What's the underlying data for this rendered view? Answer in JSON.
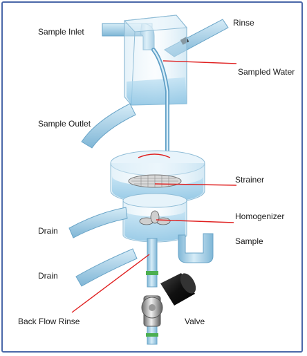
{
  "labels": {
    "sample_inlet": "Sample Inlet",
    "rinse": "Rinse",
    "sampled_water": "Sampled Water",
    "sample_outlet": "Sample Outlet",
    "strainer": "Strainer",
    "homogenizer": "Homogenizer",
    "drain_upper": "Drain",
    "sample": "Sample",
    "drain_lower": "Drain",
    "back_flow_rinse": "Back Flow Rinse",
    "valve": "Valve"
  },
  "colors": {
    "frame": "#4a67a8",
    "pipe": "#a9d3ea",
    "pipe_edge": "#6aa5c8",
    "water": "#8cc6e6",
    "leader_line": "#e02020"
  }
}
